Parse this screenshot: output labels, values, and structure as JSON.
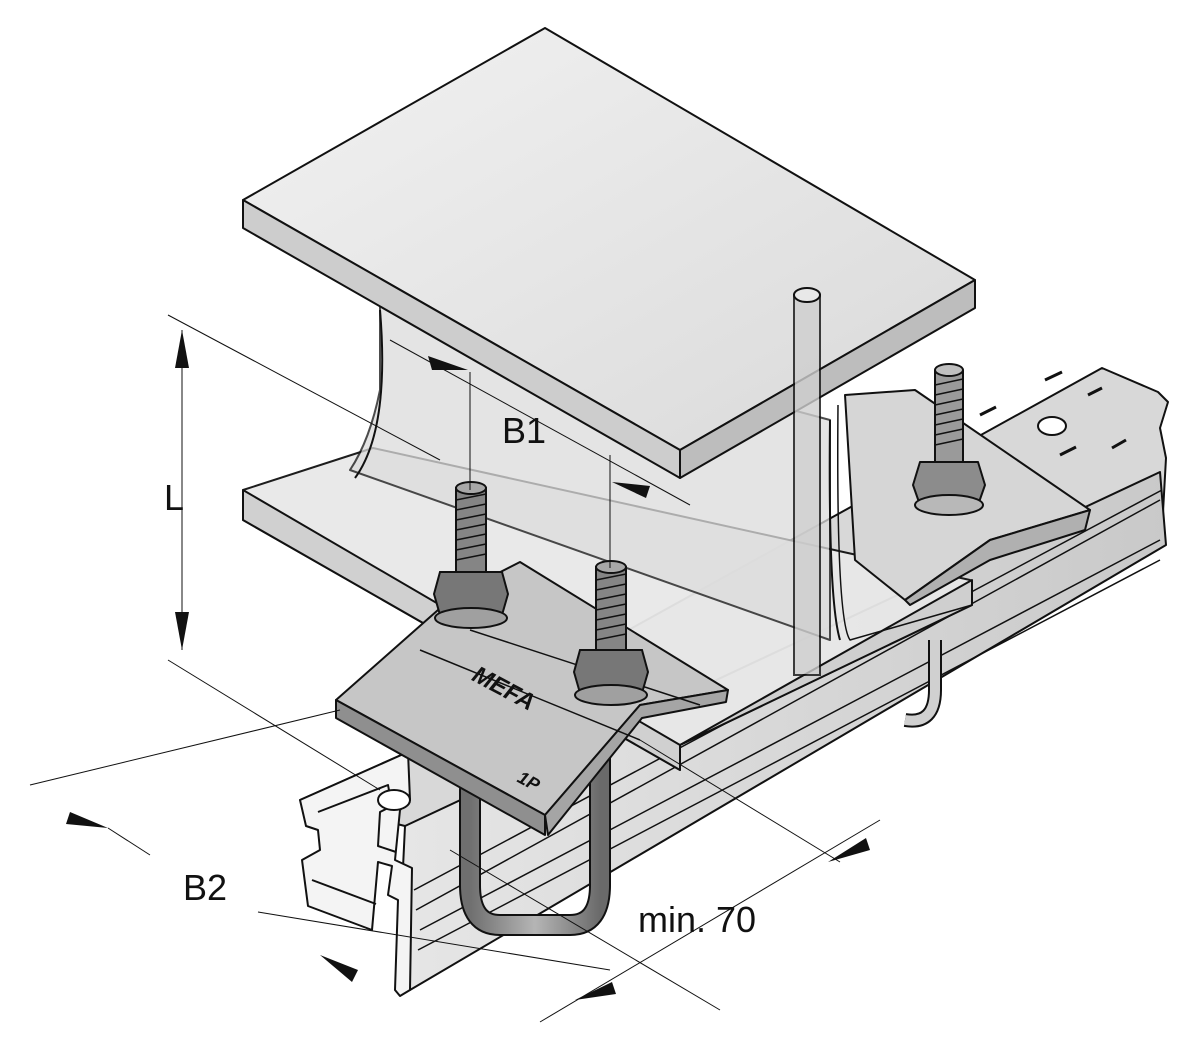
{
  "labels": {
    "b1": "B1",
    "b2": "B2",
    "l": "L",
    "min": "min. 70"
  },
  "plate_marks": {
    "brand": "MEFA",
    "code": "1P"
  },
  "colors": {
    "line": "#111111",
    "steel_light": "#e2e2e2",
    "steel_mid": "#cfcfcf",
    "steel_dark": "#a9a9a9",
    "rod": "#8a8a8a"
  }
}
